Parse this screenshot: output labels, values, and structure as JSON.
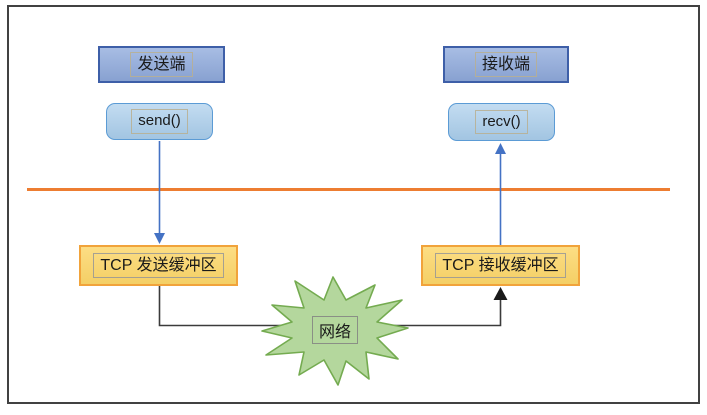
{
  "sender": {
    "title": "发送端",
    "api_call": "send()",
    "buffer": "TCP 发送缓冲区"
  },
  "receiver": {
    "title": "接收端",
    "api_call": "recv()",
    "buffer": "TCP 接收缓冲区"
  },
  "network": {
    "label": "网络"
  },
  "colors": {
    "title_box_fill": "#8FAADC",
    "title_box_border": "#3E5FA8",
    "call_box_fill": "#A9CDEB",
    "call_box_border": "#5B9BD5",
    "buffer_box_fill": "#FCD669",
    "buffer_box_border": "#F1A33B",
    "network_fill": "#B4D79D",
    "network_border": "#74AB50",
    "divider": "#ED7D31",
    "blue_connector": "#4472C4",
    "dark_connector": "#3B3B3B"
  }
}
